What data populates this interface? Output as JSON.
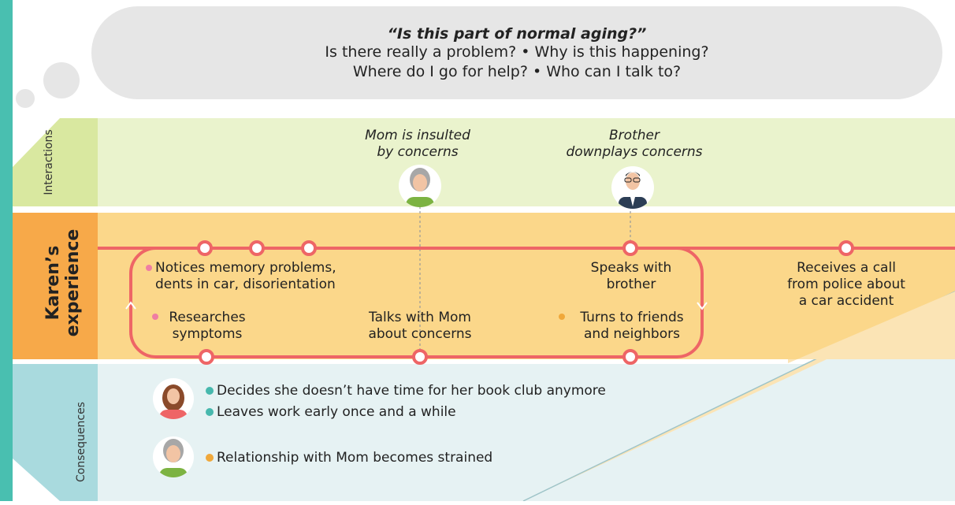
{
  "colors": {
    "teal_bar": "#49bfb0",
    "bubble": "#e6e6e6",
    "interactions_band": "#eaf3cd",
    "interactions_label": "#d9e8a0",
    "experience_band": "#fbd78a",
    "experience_label": "#f7a949",
    "consequences_band": "#e6f2f3",
    "consequences_label": "#a9dade",
    "loop": "#ee6566",
    "dot_pink": "#ef7ea3",
    "dot_orange": "#f0a83a",
    "dot_teal": "#47b8ad"
  },
  "bubble": {
    "question": "“Is this part of normal aging?”",
    "line1": "Is there really a problem? • Why is this happening?",
    "line2": "Where do I go for help? • Who can I talk to?"
  },
  "rows": {
    "interactions": "Interactions",
    "experience_line1": "Karen’s",
    "experience_line2": "experience",
    "consequences": "Consequences"
  },
  "interactions": [
    {
      "line1": "Mom is insulted",
      "line2": "by concerns",
      "avatar": "mom-avatar-icon"
    },
    {
      "line1": "Brother",
      "line2": "downplays concerns",
      "avatar": "brother-avatar-icon"
    }
  ],
  "experience": {
    "notices_1": "Notices memory problems,",
    "notices_2": "dents in car, disorientation",
    "researches_1": "Researches",
    "researches_2": "symptoms",
    "talks_1": "Talks with Mom",
    "talks_2": "about concerns",
    "speaks_1": "Speaks with",
    "speaks_2": "brother",
    "friends_1": "Turns to friends",
    "friends_2": "and neighbors",
    "call_1": "Receives a call",
    "call_2": "from police about",
    "call_3": "a car accident"
  },
  "consequences": {
    "karen": [
      "Decides she doesn’t have time for her book club anymore",
      "Leaves work early once and a while"
    ],
    "mom": [
      "Relationship with Mom becomes strained"
    ]
  }
}
